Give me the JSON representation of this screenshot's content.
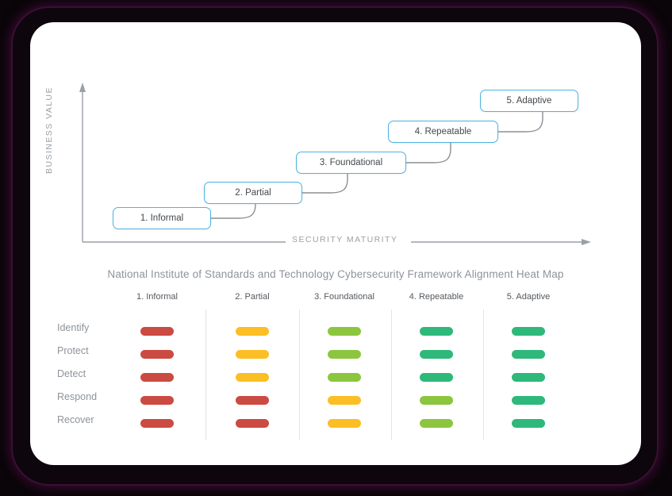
{
  "diagram": {
    "y_axis_label": "BUSINESS VALUE",
    "x_axis_label": "SECURITY MATURITY",
    "steps": [
      {
        "label": "1. Informal"
      },
      {
        "label": "2. Partial"
      },
      {
        "label": "3. Foundational"
      },
      {
        "label": "4. Repeatable"
      },
      {
        "label": "5. Adaptive"
      }
    ]
  },
  "heatmap": {
    "title": "National Institute of Standards and Technology Cybersecurity Framework Alignment Heat Map",
    "columns": [
      "1. Informal",
      "2. Partial",
      "3. Foundational",
      "4. Repeatable",
      "5. Adaptive"
    ],
    "rows": [
      "Identify",
      "Protect",
      "Detect",
      "Respond",
      "Recover"
    ],
    "legend_colors": {
      "red": "#cb4a42",
      "amber": "#fbbe24",
      "light_green": "#8cc63f",
      "teal_green": "#2eb87a"
    },
    "cells": [
      [
        "red",
        "amber",
        "light_green",
        "teal_green",
        "teal_green"
      ],
      [
        "red",
        "amber",
        "light_green",
        "teal_green",
        "teal_green"
      ],
      [
        "red",
        "amber",
        "light_green",
        "teal_green",
        "teal_green"
      ],
      [
        "red",
        "red",
        "amber",
        "light_green",
        "teal_green"
      ],
      [
        "red",
        "red",
        "amber",
        "light_green",
        "teal_green"
      ]
    ]
  },
  "chart_data": {
    "type": "heatmap",
    "title": "National Institute of Standards and Technology Cybersecurity Framework Alignment Heat Map",
    "xlabel": "",
    "ylabel": "",
    "categories": [
      "1. Informal",
      "2. Partial",
      "3. Foundational",
      "4. Repeatable",
      "5. Adaptive"
    ],
    "rows": [
      "Identify",
      "Protect",
      "Detect",
      "Respond",
      "Recover"
    ],
    "grid": false,
    "legend": "none",
    "scale": {
      "red": 1,
      "amber": 2,
      "light_green": 3,
      "teal_green": 4
    },
    "values": [
      [
        1,
        2,
        3,
        4,
        4
      ],
      [
        1,
        2,
        3,
        4,
        4
      ],
      [
        1,
        2,
        3,
        4,
        4
      ],
      [
        1,
        1,
        2,
        3,
        4
      ],
      [
        1,
        1,
        2,
        3,
        4
      ]
    ]
  }
}
